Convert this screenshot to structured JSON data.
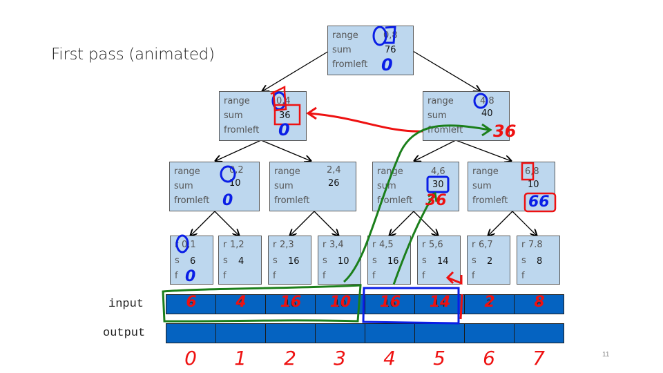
{
  "slide": {
    "title": "First pass (animated)",
    "page_number": "11"
  },
  "labels": {
    "range": "range",
    "sum": "sum",
    "fromleft": "fromleft",
    "r": "r",
    "s": "s",
    "f": "f",
    "input": "input",
    "output": "output"
  },
  "tree": {
    "root": {
      "range": "0,8",
      "sum": "76"
    },
    "level1": [
      {
        "range": "0,4",
        "sum": "36"
      },
      {
        "range": "4,8",
        "sum": "40"
      }
    ],
    "level2": [
      {
        "range": "0,2",
        "sum": "10"
      },
      {
        "range": "2,4",
        "sum": "26"
      },
      {
        "range": "4,6",
        "sum": "30"
      },
      {
        "range": "6,8",
        "sum": "10"
      }
    ],
    "leaves": [
      {
        "range": "0,1",
        "sum": "6"
      },
      {
        "range": "1,2",
        "sum": "4"
      },
      {
        "range": "2,3",
        "sum": "16"
      },
      {
        "range": "3,4",
        "sum": "10"
      },
      {
        "range": "4,5",
        "sum": "16"
      },
      {
        "range": "5,6",
        "sum": "14"
      },
      {
        "range": "6,7",
        "sum": "2"
      },
      {
        "range": "7.8",
        "sum": "8"
      }
    ]
  },
  "input_values": [
    "6",
    "4",
    "16",
    "10",
    "16",
    "14",
    "2",
    "8"
  ],
  "annotations": {
    "root_fromleft": "0",
    "l1_left_fromleft": "0",
    "l1_right_fromleft": "36",
    "l2_0_fromleft": "0",
    "l2_2_fromleft": "36",
    "l2_3_fromleft": "66",
    "leaf_0_fromleft": "0",
    "input_handwritten": [
      "6",
      "4",
      "16",
      "10",
      "16",
      "14",
      "2",
      "8"
    ],
    "indices": [
      "0",
      "1",
      "2",
      "3",
      "4",
      "5",
      "6",
      "7"
    ]
  },
  "colors": {
    "node_fill": "#bdd7ee",
    "array_fill": "#0563c1",
    "ink_blue": "#0a1ee6",
    "ink_red": "#ee1111",
    "ink_green": "#1b7f1b"
  }
}
